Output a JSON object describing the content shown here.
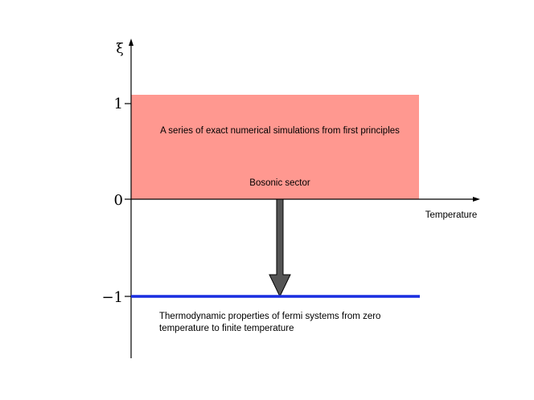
{
  "axes": {
    "y_symbol": "ξ",
    "x_label": "Temperature",
    "y_ticks": [
      "1",
      "0",
      "−1"
    ]
  },
  "bosonic_region": {
    "color": "#ff9890",
    "description": "A series of exact numerical simulations from first principles",
    "label": "Bosonic sector"
  },
  "fermi_line": {
    "color": "#1a2fe0",
    "description_line1": "Thermodynamic properties of fermi systems from zero",
    "description_line2": "temperature to finite temperature"
  },
  "arrow": {
    "color": "#555555"
  }
}
